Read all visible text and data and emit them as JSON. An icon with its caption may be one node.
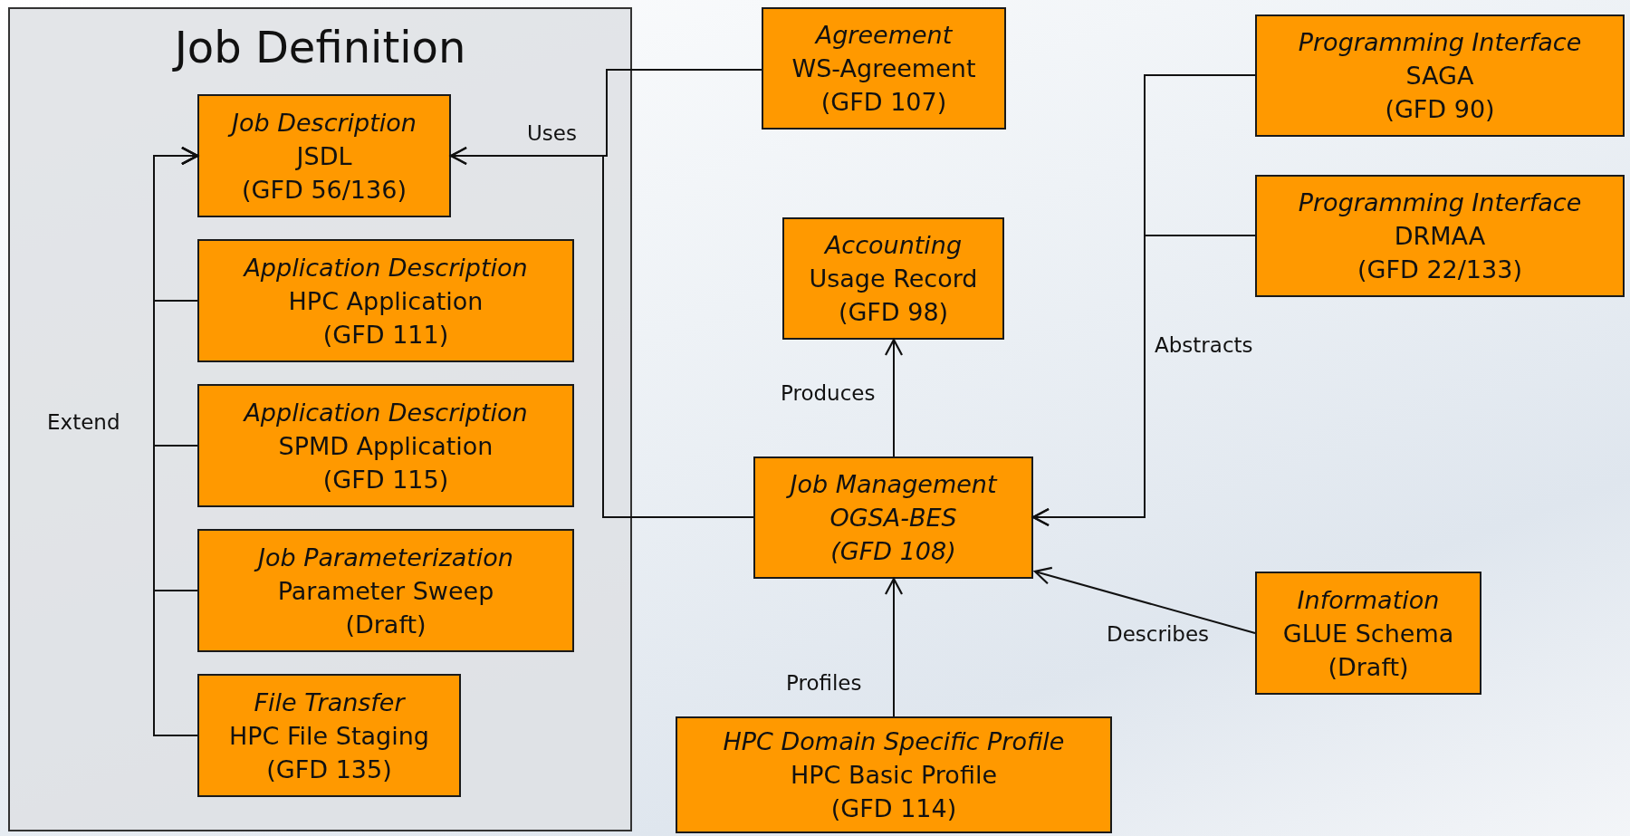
{
  "diagram": {
    "nodes": [
      {
        "text": [
          "Job Definition"
        ]
      },
      {
        "text": [
          "Job Description",
          "JSDL",
          "(GFD 56/136)"
        ],
        "in": 0
      },
      {
        "text": [
          "Application Description",
          "HPC Application",
          "(GFD 111)"
        ],
        "in": 0
      },
      {
        "text": [
          "Application Description",
          "SPMD Application",
          "(GFD 115)"
        ],
        "in": 0
      },
      {
        "text": [
          "Job Parameterization",
          "Parameter Sweep",
          "(Draft)"
        ],
        "in": 0
      },
      {
        "text": [
          "File Transfer",
          "HPC File Staging",
          "(GFD 135)"
        ],
        "in": 0
      },
      {
        "text": [
          "Agreement",
          "WS-Agreement",
          "(GFD 107)"
        ]
      },
      {
        "text": [
          "Programming Interface",
          "SAGA",
          "(GFD 90)"
        ]
      },
      {
        "text": [
          "Programming Interface",
          "DRMAA",
          "(GFD 22/133)"
        ]
      },
      {
        "text": [
          "Accounting",
          "Usage Record",
          "(GFD 98)"
        ]
      },
      {
        "text": [
          "Job Management",
          "*OGSA-BES*",
          "*(GFD 108)*"
        ]
      },
      {
        "text": [
          "Information",
          "GLUE Schema",
          "(Draft)"
        ]
      },
      {
        "text": [
          "HPC Domain Specific Profile",
          "HPC Basic Profile",
          "(GFD 114)"
        ]
      }
    ],
    "edges": [
      {
        "from": 6,
        "to": 1,
        "arrow": "to",
        "label": "Uses"
      },
      {
        "from": 10,
        "to": 1,
        "arrow": "to"
      },
      {
        "from": 2,
        "to": 1,
        "arrow": "to"
      },
      {
        "from": 3,
        "to": 1,
        "arrow": "to"
      },
      {
        "from": 4,
        "to": 1,
        "arrow": "to"
      },
      {
        "from": 5,
        "to": 1,
        "arrow": "to"
      },
      {
        "from": 10,
        "to": 9,
        "arrow": "to",
        "label": "Produces"
      },
      {
        "from": 7,
        "to": 10,
        "arrow": "to",
        "label": "Abstracts"
      },
      {
        "from": 8,
        "to": 10,
        "arrow": "to"
      },
      {
        "from": 11,
        "to": 10,
        "arrow": "to",
        "label": "Describes"
      },
      {
        "from": 12,
        "to": 10,
        "arrow": "to",
        "label": "Profiles"
      }
    ],
    "labels": [
      "Extend"
    ]
  }
}
